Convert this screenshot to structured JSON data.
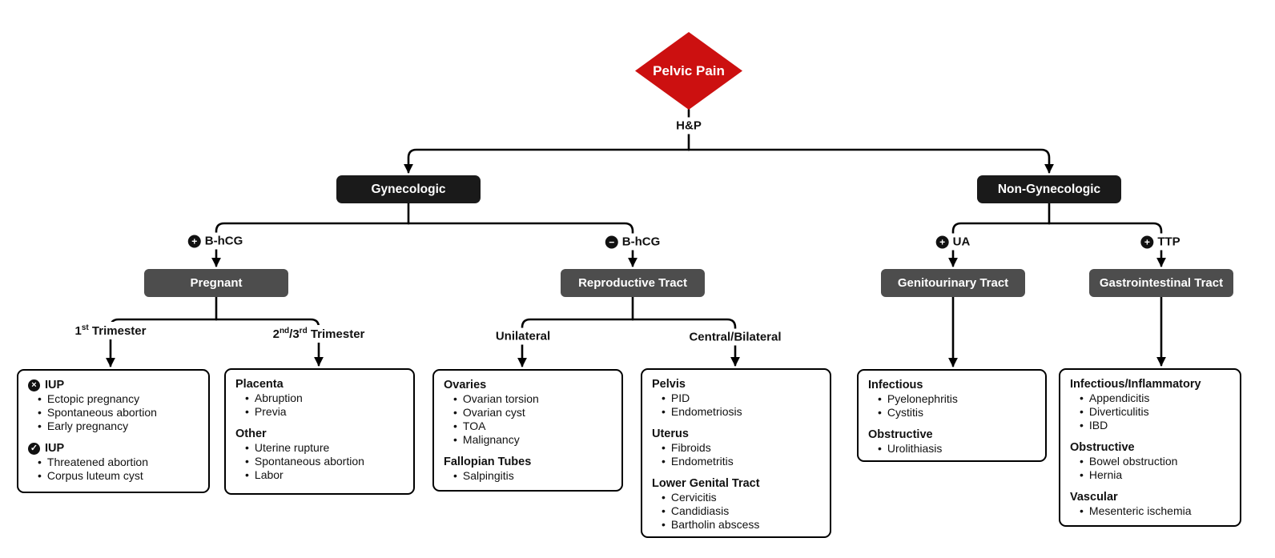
{
  "colors": {
    "diamond_red": "#cc1010",
    "category_bg": "#1a1a1a",
    "subcategory_bg": "#4d4d4d",
    "line": "#000000",
    "leaf_border": "#000000"
  },
  "icons": {
    "plus": "+",
    "minus": "−",
    "x": "×",
    "check": "✓"
  },
  "root": {
    "label": "Pelvic Pain"
  },
  "edges": {
    "hp": "H&P",
    "bhcg_pos": "B-hCG",
    "bhcg_neg": "B-hCG",
    "ua_pos": "UA",
    "ttp_pos": "TTP",
    "trimester_1": {
      "num": "1",
      "sup": "st",
      "rest": " Trimester"
    },
    "trimester_23": {
      "num1": "2",
      "sup1": "nd",
      "mid": "/3",
      "sup2": "rd",
      "rest": " Trimester"
    },
    "unilateral": "Unilateral",
    "central_bilateral": "Central/Bilateral"
  },
  "categories": {
    "gynecologic": "Gynecologic",
    "non_gynecologic": "Non-Gynecologic"
  },
  "subcategories": {
    "pregnant": "Pregnant",
    "reproductive_tract": "Reproductive Tract",
    "genitourinary_tract": "Genitourinary Tract",
    "gastrointestinal_tract": "Gastrointestinal Tract"
  },
  "leaf_boxes": [
    {
      "id": "first-trimester",
      "sections": [
        {
          "icon": "x-circle",
          "title": "IUP",
          "items": [
            "Ectopic pregnancy",
            "Spontaneous abortion",
            "Early pregnancy"
          ]
        },
        {
          "icon": "check-circle",
          "title": "IUP",
          "items": [
            "Threatened abortion",
            "Corpus luteum cyst"
          ]
        }
      ]
    },
    {
      "id": "second-third-trimester",
      "sections": [
        {
          "title": "Placenta",
          "items": [
            "Abruption",
            "Previa"
          ]
        },
        {
          "title": "Other",
          "items": [
            "Uterine rupture",
            "Spontaneous abortion",
            "Labor"
          ]
        }
      ]
    },
    {
      "id": "unilateral",
      "sections": [
        {
          "title": "Ovaries",
          "items": [
            "Ovarian torsion",
            "Ovarian cyst",
            "TOA",
            "Malignancy"
          ]
        },
        {
          "title": "Fallopian Tubes",
          "items": [
            "Salpingitis"
          ]
        }
      ]
    },
    {
      "id": "central-bilateral",
      "sections": [
        {
          "title": "Pelvis",
          "items": [
            "PID",
            "Endometriosis"
          ]
        },
        {
          "title": "Uterus",
          "items": [
            "Fibroids",
            "Endometritis"
          ]
        },
        {
          "title": "Lower Genital Tract",
          "items": [
            "Cervicitis",
            "Candidiasis",
            "Bartholin abscess"
          ]
        }
      ]
    },
    {
      "id": "genitourinary",
      "sections": [
        {
          "title": "Infectious",
          "items": [
            "Pyelonephritis",
            "Cystitis"
          ]
        },
        {
          "title": "Obstructive",
          "items": [
            "Urolithiasis"
          ]
        }
      ]
    },
    {
      "id": "gastrointestinal",
      "sections": [
        {
          "title": "Infectious/Inflammatory",
          "items": [
            "Appendicitis",
            "Diverticulitis",
            "IBD"
          ]
        },
        {
          "title": "Obstructive",
          "items": [
            "Bowel obstruction",
            "Hernia"
          ]
        },
        {
          "title": "Vascular",
          "items": [
            "Mesenteric ischemia"
          ]
        }
      ]
    }
  ]
}
